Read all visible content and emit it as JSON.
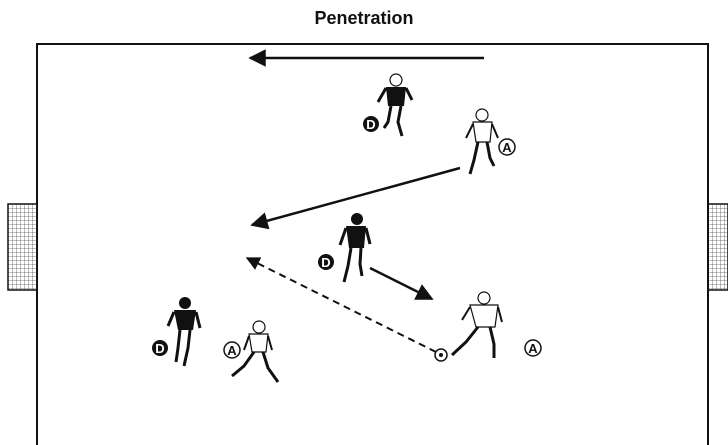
{
  "title": "Penetration",
  "colors": {
    "line": "#111111",
    "defender_fill": "#111111",
    "attacker_fill": "#ffffff",
    "defender_label_text": "#ffffff",
    "attacker_label_text": "#111111"
  },
  "labels": {
    "defender": "D",
    "attacker": "A"
  }
}
